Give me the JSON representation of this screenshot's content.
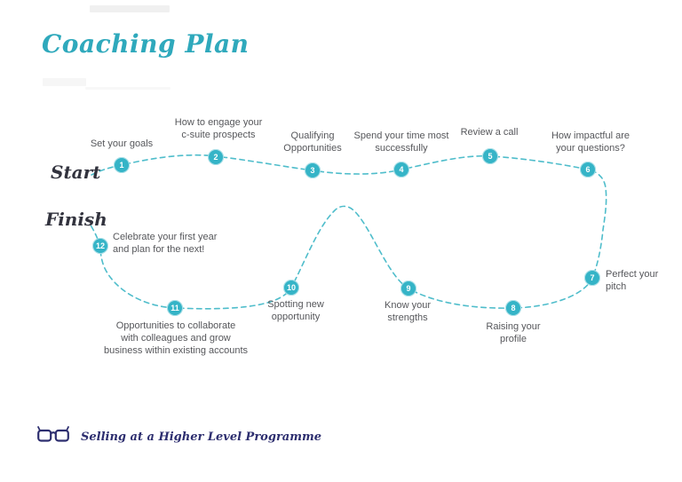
{
  "title": "Coaching Plan",
  "start_label": "Start",
  "finish_label": "Finish",
  "steps": [
    {
      "num": "1",
      "label": "Set your goals"
    },
    {
      "num": "2",
      "label": "How to engage your\nc-suite prospects"
    },
    {
      "num": "3",
      "label": "Qualifying\nOpportunities"
    },
    {
      "num": "4",
      "label": "Spend your time most\nsuccessfully"
    },
    {
      "num": "5",
      "label": "Review a call"
    },
    {
      "num": "6",
      "label": "How impactful are\nyour questions?"
    },
    {
      "num": "7",
      "label": "Perfect your\npitch"
    },
    {
      "num": "8",
      "label": "Raising your\nprofile"
    },
    {
      "num": "9",
      "label": "Know your\nstrengths"
    },
    {
      "num": "10",
      "label": "Spotting new\nopportunity"
    },
    {
      "num": "11",
      "label": "Opportunities to collaborate\nwith colleagues and grow\nbusiness within existing accounts"
    },
    {
      "num": "12",
      "label": "Celebrate your first year\nand plan for the next!"
    }
  ],
  "footer": {
    "programme": "Selling at a Higher Level Programme",
    "icon": "glasses-icon"
  },
  "colors": {
    "title_teal": "#2FA9BC",
    "node_teal": "#35B4C7",
    "path_teal": "#4FBDCB",
    "label_gray": "#56575B",
    "endpoint_dark": "#32333E",
    "footer_navy": "#2D2E6F"
  }
}
